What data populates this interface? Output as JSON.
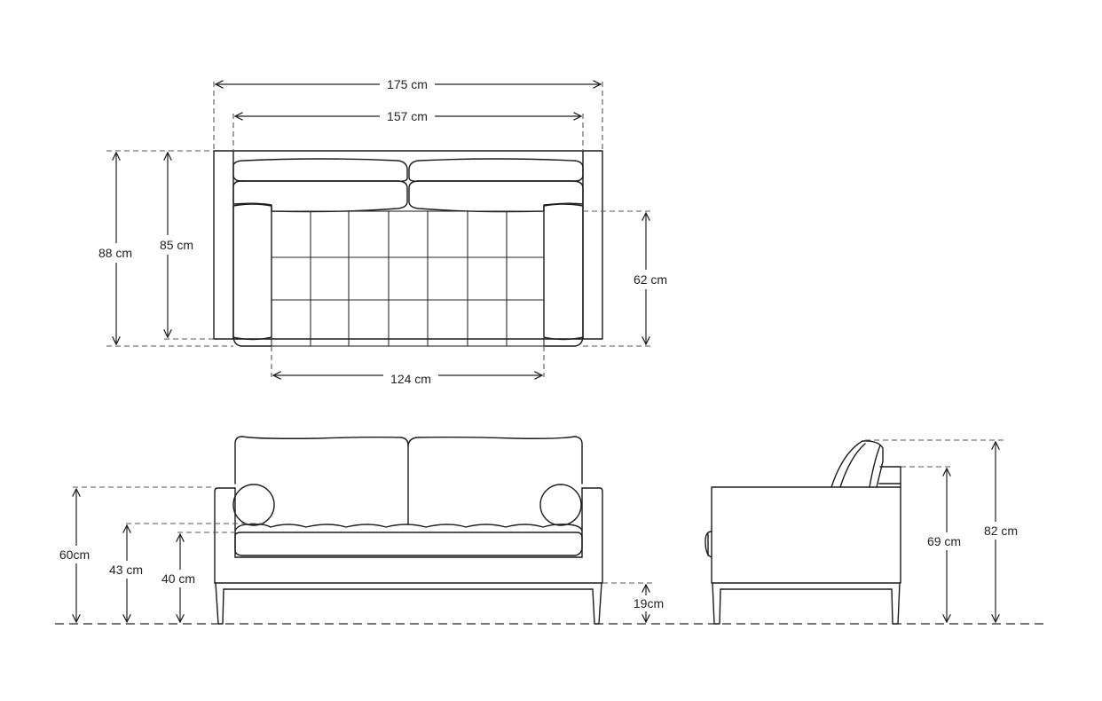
{
  "colors": {
    "line": "#1a1a1a",
    "dashed": "#555555",
    "background": "#ffffff"
  },
  "views": {
    "top": {
      "overall_width": "175 cm",
      "inner_width": "157 cm",
      "overall_depth": "88 cm",
      "seat_depth_total": "85 cm",
      "seat_cushion_depth": "62 cm",
      "seat_width": "124 cm"
    },
    "front": {
      "arm_height": "60cm",
      "seat_height_top": "43 cm",
      "seat_height": "40 cm",
      "leg_height": "19cm"
    },
    "side": {
      "arm_back_height": "69 cm",
      "overall_height": "82 cm"
    }
  }
}
